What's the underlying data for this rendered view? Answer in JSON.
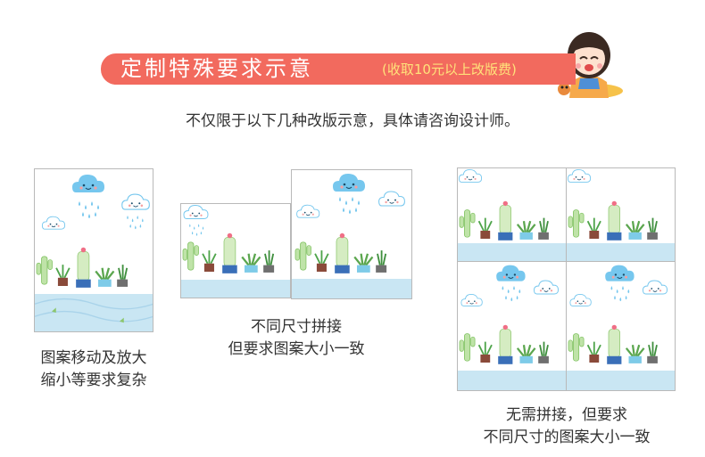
{
  "header": {
    "title": "定制特殊要求示意",
    "note": "(收取10元以上改版费)",
    "subtitle": "不仅限于以下几种改版示意，具体请咨询设计师。"
  },
  "examples": [
    {
      "caption_lines": [
        "图案移动及放大",
        "缩小等要求复杂"
      ]
    },
    {
      "caption_lines": [
        "不同尺寸拼接",
        "但要求图案大小一致"
      ]
    },
    {
      "caption_lines": [
        "无需拼接，但要求",
        "不同尺寸的图案大小一致"
      ]
    }
  ],
  "colors": {
    "banner": "#f26a5e",
    "note": "#ffe27a",
    "water": "#c9e6f3",
    "cloud": "#76c7ee"
  }
}
